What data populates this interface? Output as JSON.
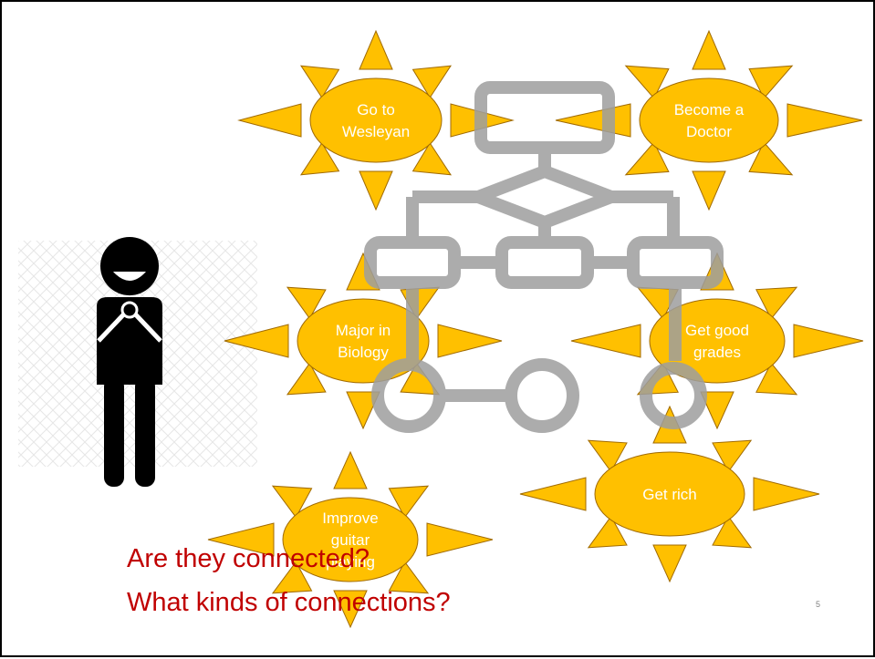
{
  "colors": {
    "sun_fill": "#FFC000",
    "sun_stroke": "#A06A00",
    "flowchart": "#9E9E9E",
    "person": "#000000",
    "question_text": "#C00000",
    "label_text": "#FFFFFF"
  },
  "icons": [
    "smiling-person-icon",
    "flowchart-icon",
    "sun-shape"
  ],
  "goals": [
    {
      "id": "wesleyan",
      "lines": [
        "Go to",
        "Wesleyan"
      ]
    },
    {
      "id": "doctor",
      "lines": [
        "Become a",
        "Doctor"
      ]
    },
    {
      "id": "biology",
      "lines": [
        "Major in",
        "Biology"
      ]
    },
    {
      "id": "grades",
      "lines": [
        "Get good",
        "grades"
      ]
    },
    {
      "id": "rich",
      "lines": [
        "Get rich"
      ]
    },
    {
      "id": "guitar",
      "lines": [
        "Improve",
        "guitar",
        "playing"
      ]
    }
  ],
  "questions": [
    "Are they connected?",
    "What kinds of connections?"
  ],
  "page_number": "5"
}
